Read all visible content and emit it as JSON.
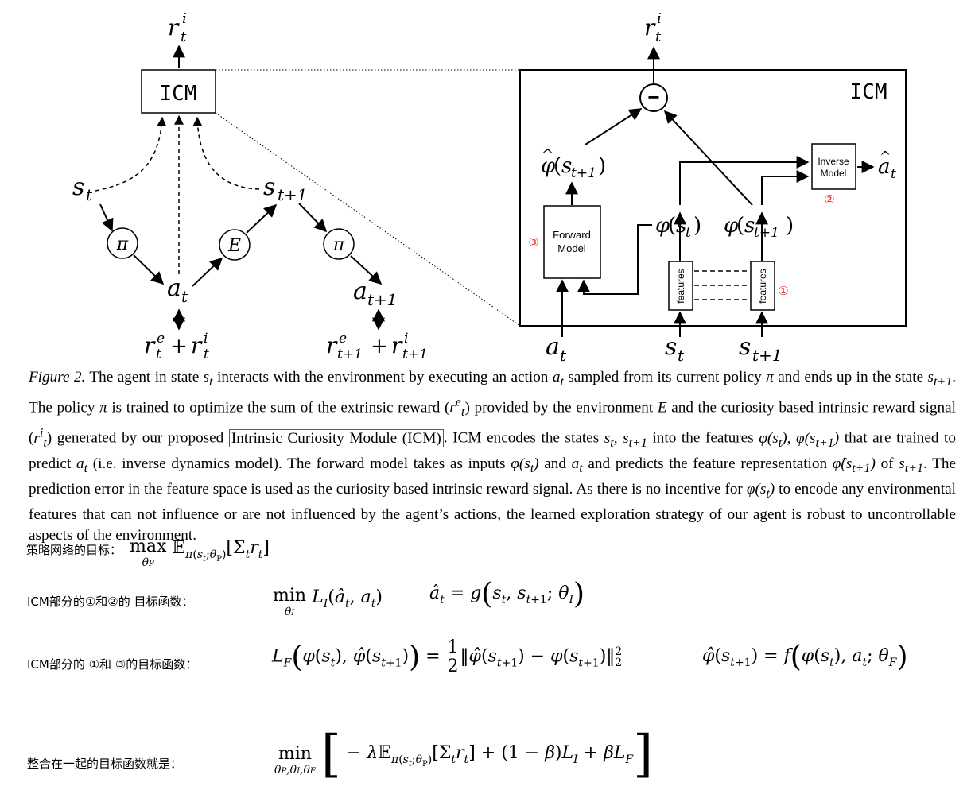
{
  "left_diagram": {
    "icm_box_label": "ICM",
    "nodes": {
      "pi1": "π",
      "E": "E",
      "pi2": "π"
    },
    "labels": {
      "r_t_i": "r",
      "s_t": "s",
      "s_t1": "s",
      "a_t": "a",
      "a_t1": "a",
      "reward_t": "r",
      "reward_t1": "r"
    }
  },
  "right_diagram": {
    "title": "ICM",
    "minus": "−",
    "inverse_model": [
      "Inverse",
      "Model"
    ],
    "forward_model": [
      "Forward",
      "Model"
    ],
    "features": "features",
    "a_hat": "â",
    "phi_hat": "φ̂",
    "phi": "φ",
    "markers": [
      "①",
      "②",
      "③"
    ]
  },
  "caption": {
    "figure_label": "Figure 2.",
    "part1": " The agent in state ",
    "part2": " interacts with the environment by executing an action ",
    "part3": " sampled from its current policy ",
    "part4": " and ends up in the state ",
    "part5": ". The policy ",
    "part6": " is trained to optimize the sum of the extrinsic reward (",
    "part7": ") provided by the environment ",
    "part8": " and the curiosity based intrinsic reward signal (",
    "part9": ") generated by our proposed ",
    "highlight": "Intrinsic Curiosity Module (ICM)",
    "part10": ". ICM encodes the states ",
    "part11": " into the features ",
    "part12": " that are trained to predict ",
    "part13": " (i.e.  inverse dynamics model).  The forward model takes as inputs ",
    "part14": " and ",
    "part15": " and predicts the feature representation ",
    "part16": " of ",
    "part17": ". The prediction error in the feature space is used as the curiosity based intrinsic reward signal. As there is no incentive for ",
    "part18": " to encode any environmental features that can not influence or are not influenced by the agent’s actions, the learned exploration strategy of our agent is robust to uncontrollable aspects of the environment."
  },
  "notes": {
    "policy_label": "策略网络的目标：",
    "icm12_label": "ICM部分的①和②的 目标函数：",
    "icm13_label": "ICM部分的 ①和 ③的目标函数：",
    "total_label": "整合在一起的目标函数就是："
  }
}
